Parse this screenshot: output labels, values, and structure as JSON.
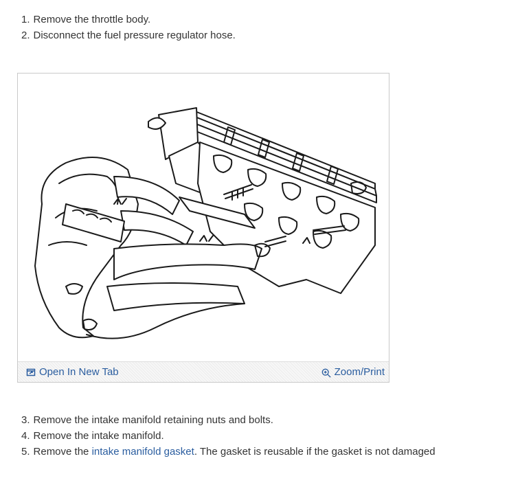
{
  "steps_before": [
    {
      "number": "1.",
      "text": "Remove the throttle body."
    },
    {
      "number": "2.",
      "text": "Disconnect the fuel pressure regulator hose."
    }
  ],
  "figure": {
    "open_tab_label": "Open In New Tab",
    "zoom_label": "Zoom/Print",
    "open_tab_icon": "open-in-new-tab-icon",
    "zoom_icon": "magnifier-plus-icon"
  },
  "steps_after": [
    {
      "number": "3.",
      "text": "Remove the intake manifold retaining nuts and bolts."
    },
    {
      "number": "4.",
      "text": "Remove the intake manifold."
    },
    {
      "number": "5.",
      "text_before": "Remove the ",
      "link_text": "intake manifold gasket",
      "text_after": ". The gasket is reusable if the gasket is not damaged"
    }
  ],
  "colors": {
    "link": "#2a5d9f",
    "body_text": "#333333",
    "frame_border": "#c9c9c9"
  }
}
